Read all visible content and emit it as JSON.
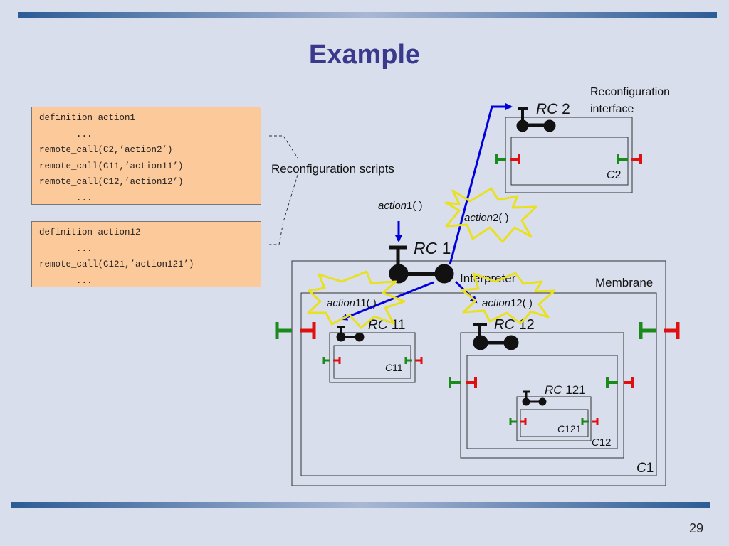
{
  "slide": {
    "title": "Example",
    "page_number": "29"
  },
  "scripts": [
    {
      "lines": [
        {
          "text": "definition action1"
        },
        {
          "text": "...",
          "indent": true
        },
        {
          "text": "remote_call(C2,’action2’)"
        },
        {
          "text": "remote_call(C11,’action11’)"
        },
        {
          "text": "remote_call(C12,’action12’)"
        },
        {
          "text": "...",
          "indent": true
        }
      ]
    },
    {
      "lines": [
        {
          "text": "definition action12"
        },
        {
          "text": "...",
          "indent": true
        },
        {
          "text": "remote_call(C121,’action121’)"
        },
        {
          "text": "...",
          "indent": true
        }
      ]
    }
  ],
  "diagram": {
    "scripts_label": "Reconfiguration scripts",
    "reconf_interface_label": [
      "Reconfiguration",
      "interface"
    ],
    "membrane_label": "Membrane",
    "interpreter_label": "Interpreter",
    "action1_label": {
      "italic": "action",
      "rest": "1( )"
    },
    "action2_label": {
      "italic": "action",
      "rest": "2( )"
    },
    "action11_label": {
      "italic": "action",
      "rest": "11( )"
    },
    "action12_label": {
      "italic": "action",
      "rest": "12( )"
    },
    "rc1": {
      "italic": "RC",
      "rest": " 1"
    },
    "rc2": {
      "italic": "RC",
      "rest": " 2"
    },
    "rc11": {
      "italic": "RC",
      "rest": " 11"
    },
    "rc12": {
      "italic": "RC",
      "rest": " 12"
    },
    "rc121": {
      "italic": "RC",
      "rest": " 121"
    },
    "c1": {
      "italic": "C",
      "rest": "1"
    },
    "c2": {
      "italic": "C",
      "rest": "2"
    },
    "c11": {
      "italic": "C",
      "rest": "11"
    },
    "c12": {
      "italic": "C",
      "rest": "12"
    },
    "c121": {
      "italic": "C",
      "rest": "121"
    }
  },
  "colors": {
    "background": "#d9deec",
    "title": "#3a3a8c",
    "script_fill": "#fcc99a",
    "arrow_blue": "#0000dd",
    "burst_yellow": "#e8e020",
    "server_interface": "#1a8a1a",
    "client_interface": "#e01010",
    "rc_black": "#111111"
  }
}
